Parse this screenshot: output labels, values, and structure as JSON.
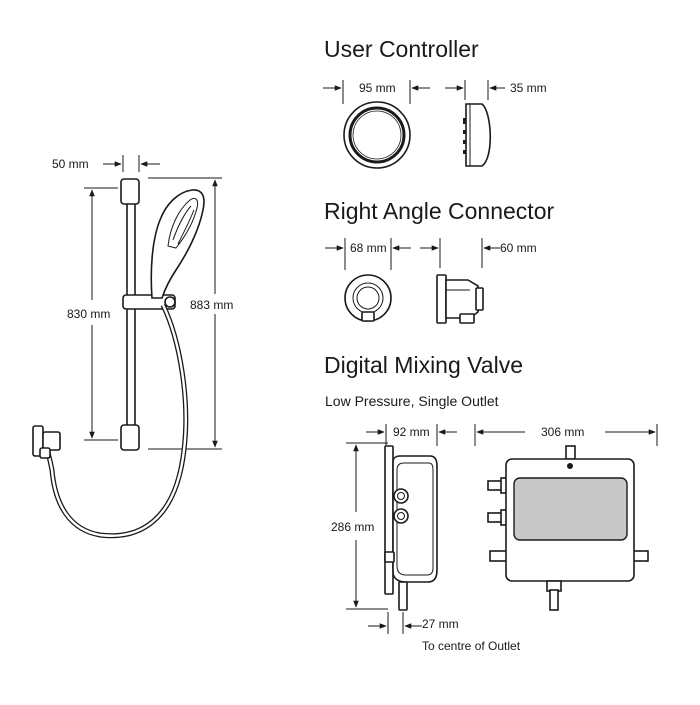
{
  "colors": {
    "line": "#1a1a1a",
    "background": "#ffffff",
    "panel": "#c8c8c8"
  },
  "shower_kit": {
    "width_label": "50 mm",
    "rail_length_label": "830 mm",
    "overall_height_label": "883 mm"
  },
  "user_controller": {
    "title": "User Controller",
    "diameter_label": "95 mm",
    "depth_label": "35 mm"
  },
  "right_angle_connector": {
    "title": "Right Angle Connector",
    "diameter_label": "68 mm",
    "depth_label": "60 mm"
  },
  "digital_mixing_valve": {
    "title": "Digital Mixing Valve",
    "subtitle": "Low Pressure, Single Outlet",
    "side_depth_label": "92 mm",
    "width_label": "306 mm",
    "height_label": "286 mm",
    "outlet_offset_label": "27 mm",
    "outlet_note": "To centre of Outlet"
  }
}
